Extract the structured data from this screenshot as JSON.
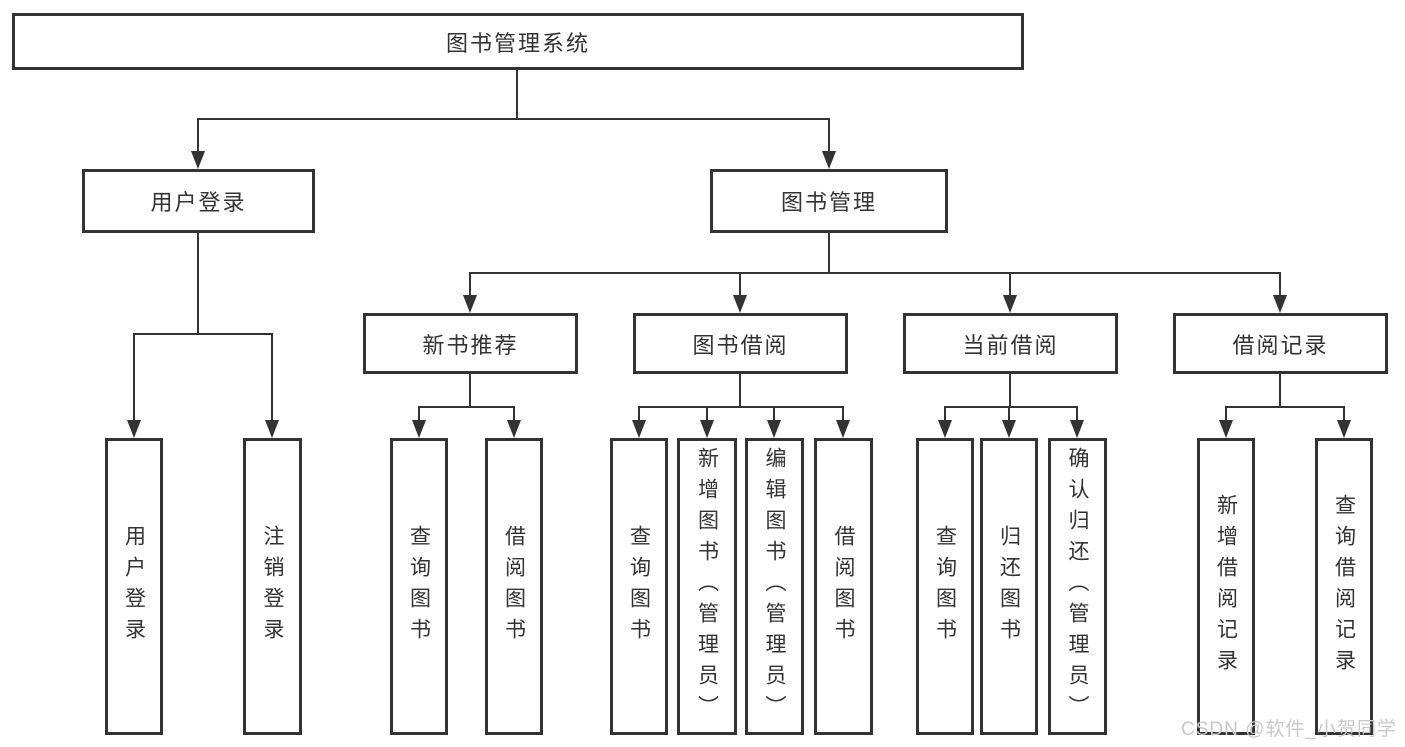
{
  "colors": {
    "line": "#333333",
    "box_background": "#ffffff",
    "watermark": "#c9c9c9",
    "page_background": "#ffffff"
  },
  "watermark": {
    "text": "CSDN @软件_小贺同学"
  },
  "tree": {
    "label": "图书管理系统",
    "children": [
      {
        "label": "用户登录",
        "children": [
          {
            "label": "用户登录"
          },
          {
            "label": "注销登录"
          }
        ]
      },
      {
        "label": "图书管理",
        "children": [
          {
            "label": "新书推荐",
            "children": [
              {
                "label": "查询图书"
              },
              {
                "label": "借阅图书"
              }
            ]
          },
          {
            "label": "图书借阅",
            "children": [
              {
                "label": "查询图书"
              },
              {
                "label": "新增图书（管理员）"
              },
              {
                "label": "编辑图书（管理员）"
              },
              {
                "label": "借阅图书"
              }
            ]
          },
          {
            "label": "当前借阅",
            "children": [
              {
                "label": "查询图书"
              },
              {
                "label": "归还图书"
              },
              {
                "label": "确认归还（管理员）"
              }
            ]
          },
          {
            "label": "借阅记录",
            "children": [
              {
                "label": "新增借阅记录"
              },
              {
                "label": "查询借阅记录"
              }
            ]
          }
        ]
      }
    ]
  }
}
